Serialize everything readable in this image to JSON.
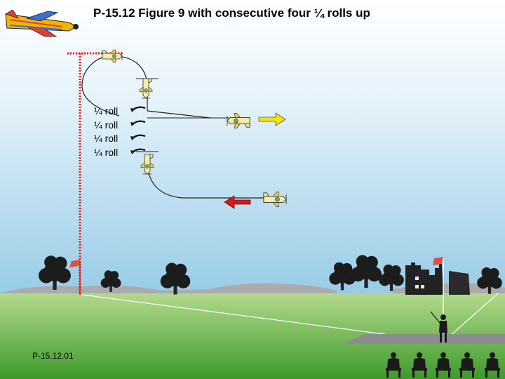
{
  "title": "P-15.12 Figure 9 with consecutive four ¼ rolls up",
  "roll_labels": [
    "¼ roll",
    "¼ roll",
    "¼ roll",
    "¼ roll"
  ],
  "figure_code": "P-15.12.01",
  "colors": {
    "sky_top": "#e6f3fb",
    "sky_bottom": "#9fcfe8",
    "grass_top": "#b6d98e",
    "grass_bottom": "#3f9a2c",
    "aerobatic_box_line": "#e02020",
    "arrow_entry": "#f2e600",
    "arrow_exit": "#d81818",
    "flight_path": "#222222",
    "plane_body": "#f5eea0"
  },
  "icons": [
    "aircraft-icon",
    "direction-arrow-icon",
    "roll-curve-icon",
    "tree-icon",
    "flag-icon",
    "spectator-icon",
    "pilot-icon",
    "building-icon"
  ]
}
